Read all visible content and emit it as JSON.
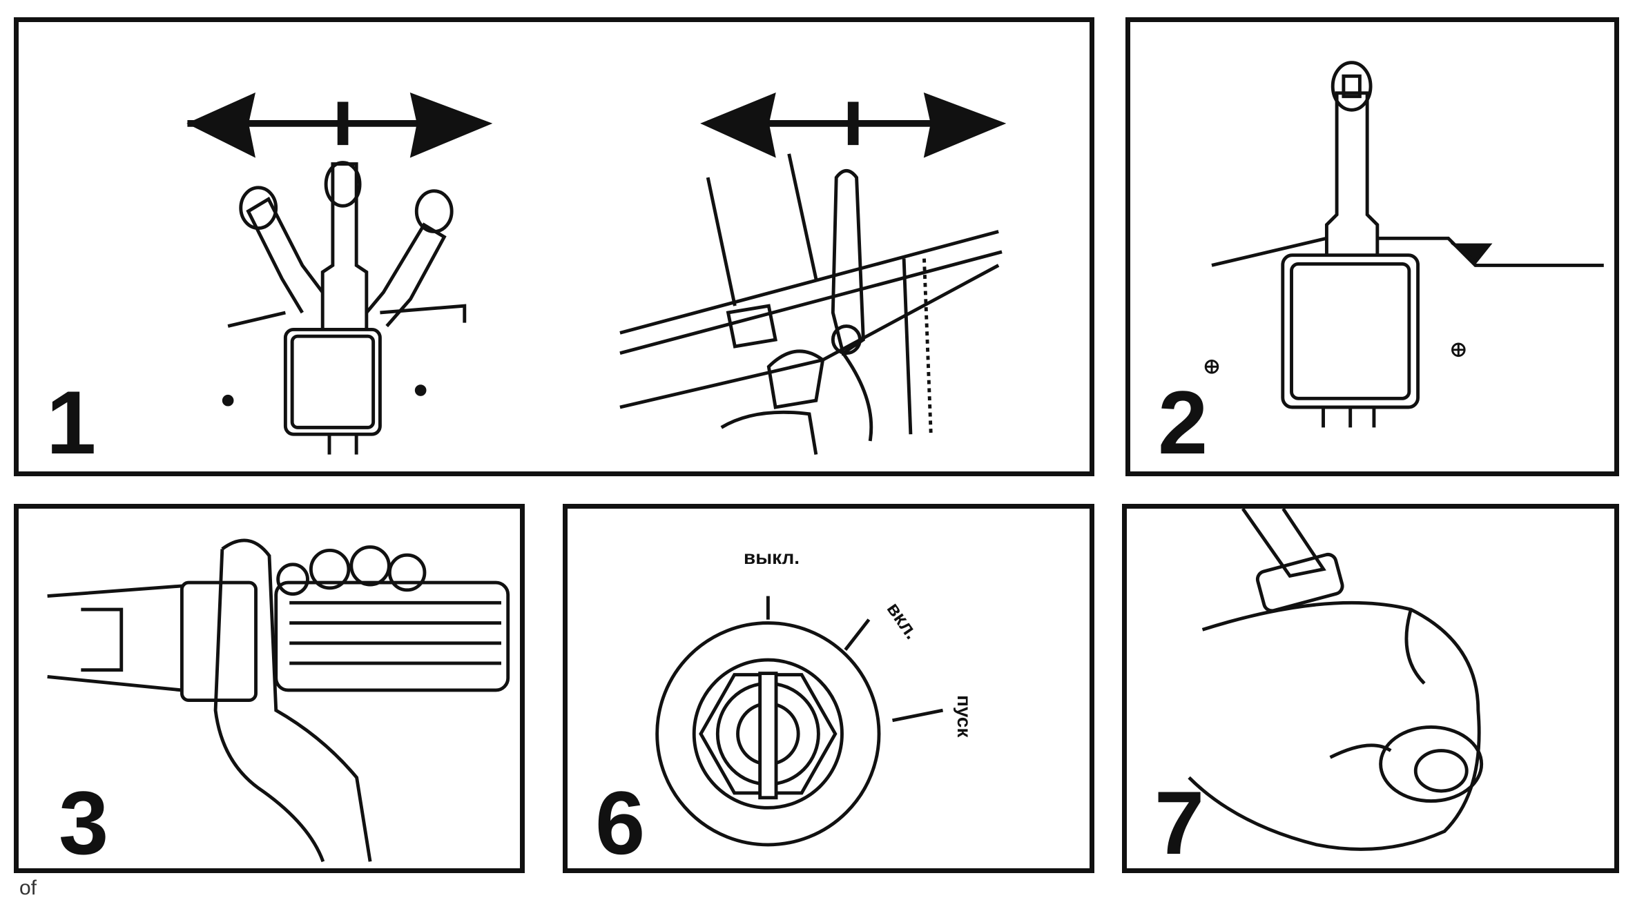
{
  "panels": [
    {
      "number": "1"
    },
    {
      "number": "2"
    },
    {
      "number": "3"
    },
    {
      "number": "6",
      "labels": {
        "off": "выкл.",
        "on": "вкл.",
        "start": "пуск"
      }
    },
    {
      "number": "7"
    }
  ],
  "footer": "of"
}
